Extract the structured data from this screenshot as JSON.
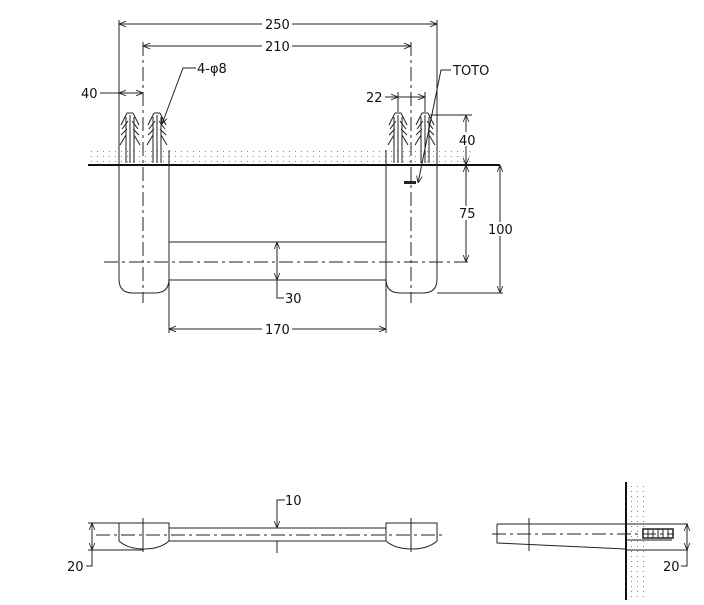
{
  "dimensions": {
    "overall_width": "250",
    "mount_spacing": "210",
    "anchor_offset": "40",
    "anchors": "4-φ8",
    "brand": "TOTO",
    "bracket_width": "22",
    "anchor_depth": "40",
    "projection_center": "75",
    "projection_total": "100",
    "bar_diameter": "30",
    "bar_clear_length": "170",
    "bar_thickness_top": "10",
    "bracket_height_top": "20",
    "bracket_height_side": "20"
  }
}
